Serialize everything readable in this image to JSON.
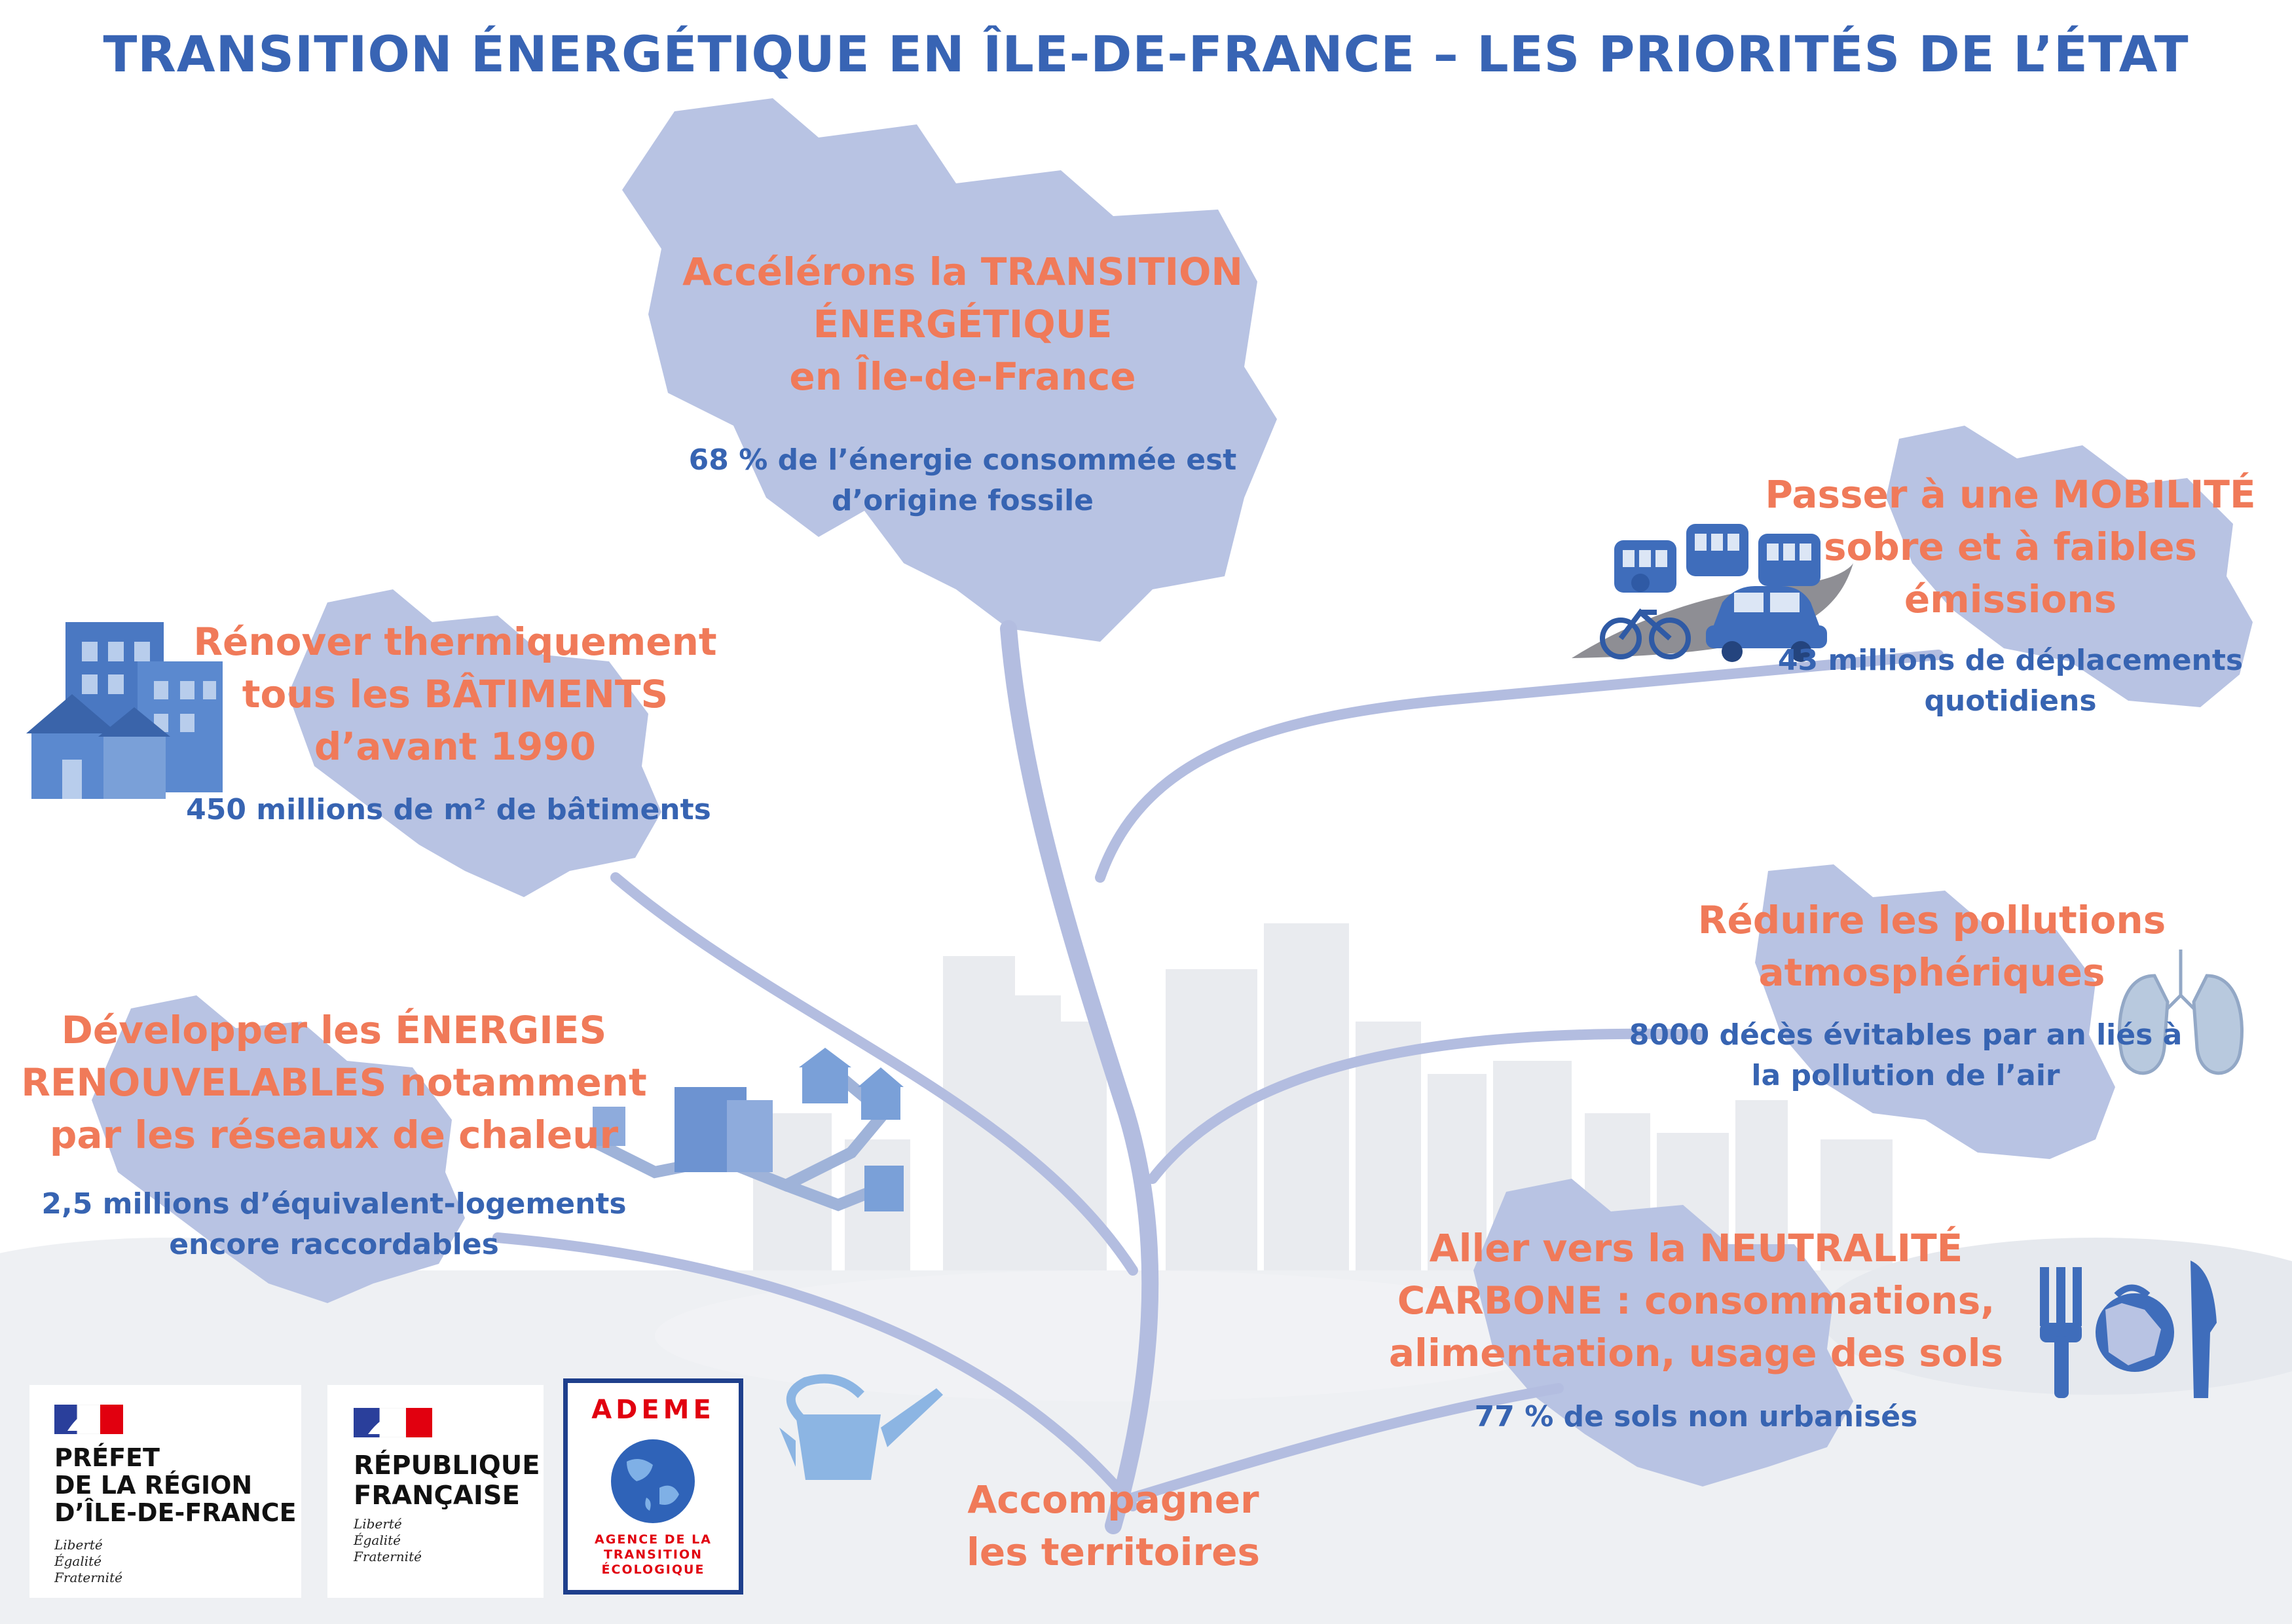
{
  "title": "TRANSITION ÉNERGÉTIQUE EN ÎLE-DE-FRANCE – LES PRIORITÉS DE L’ÉTAT",
  "colors": {
    "title_blue": "#3864b4",
    "heading_orange": "#f07a59",
    "stat_blue": "#3764b2",
    "region_fill": "#b8c3e3",
    "branch": "#b3bde0",
    "city_gray": "#e8eaee",
    "icon_blue": "#4a78c2"
  },
  "central": {
    "heading": [
      "Accélérons la TRANSITION",
      "ÉNERGÉTIQUE",
      "en Île-de-France"
    ],
    "stat": [
      "68 % de l’énergie consommée est",
      "d’origine fossile"
    ]
  },
  "mobility": {
    "heading": [
      "Passer à une MOBILITÉ",
      "sobre et à faibles",
      "émissions"
    ],
    "stat": [
      "43 millions de déplacements",
      "quotidiens"
    ]
  },
  "buildings": {
    "heading": [
      "Rénover thermiquement",
      "tous les BÂTIMENTS",
      "d’avant 1990"
    ],
    "stat": [
      "450 millions de m² de bâtiments"
    ]
  },
  "pollution": {
    "heading": [
      "Réduire les pollutions",
      "atmosphériques"
    ],
    "stat": [
      "8000 décès évitables par an liés à",
      "la pollution de l’air"
    ]
  },
  "renewables": {
    "heading": [
      "Développer les ÉNERGIES",
      "RENOUVELABLES notamment",
      "par les réseaux de chaleur"
    ],
    "stat": [
      "2,5 millions d’équivalent-logements",
      "encore raccordables"
    ]
  },
  "carbon": {
    "heading": [
      "Aller vers la NEUTRALITÉ",
      "CARBONE  : consommations,",
      "alimentation, usage des sols"
    ],
    "stat": [
      "77 % de sols non urbanisés"
    ]
  },
  "support": {
    "heading": [
      "Accompagner",
      "les territoires"
    ]
  },
  "logos": {
    "prefet": [
      "PRÉFET",
      "DE LA RÉGION",
      "D’ÎLE-DE-FRANCE"
    ],
    "prefet_motto": [
      "Liberté",
      "Égalité",
      "Fraternité"
    ],
    "republique": [
      "RÉPUBLIQUE",
      "FRANÇAISE"
    ],
    "republique_motto": [
      "Liberté",
      "Égalité",
      "Fraternité"
    ],
    "ademe_name": "ADEME",
    "ademe_sub": [
      "AGENCE DE LA",
      "TRANSITION",
      "ÉCOLOGIQUE"
    ]
  },
  "icons": [
    "buildings-icon",
    "house-icon",
    "tram-icon",
    "bicycle-icon",
    "car-icon",
    "heat-network-icon",
    "lungs-icon",
    "fork-knife-icon",
    "watering-can-icon",
    "globe-icon",
    "marianne-flag-icon"
  ]
}
